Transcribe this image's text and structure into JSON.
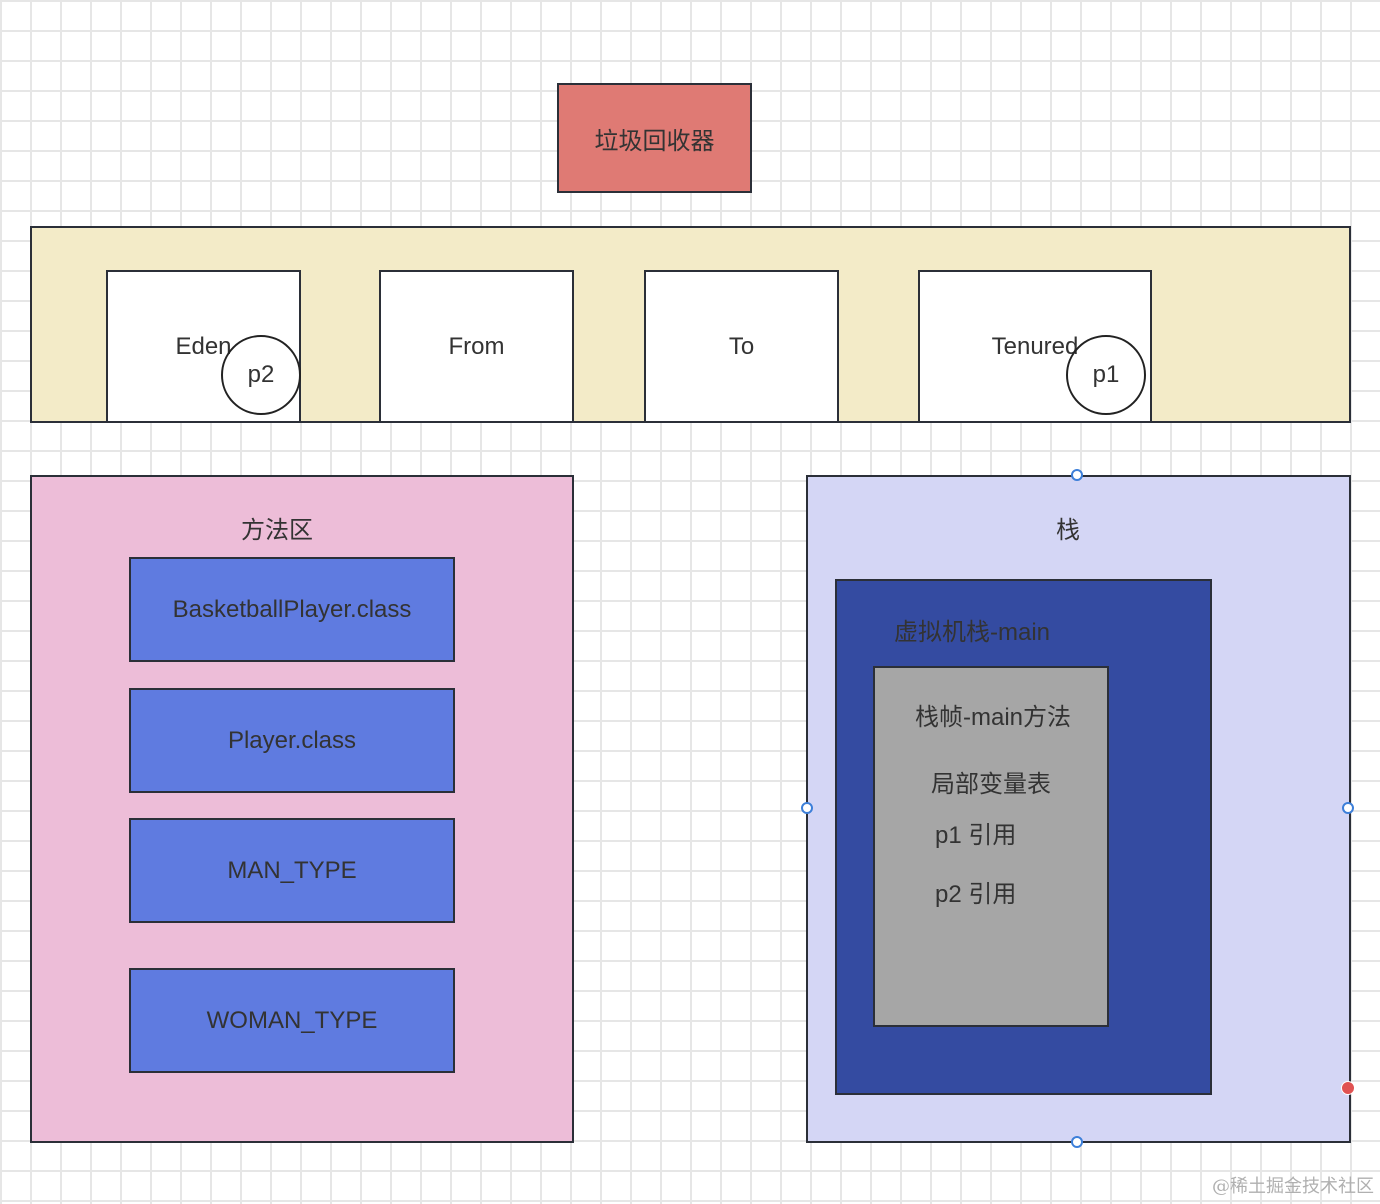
{
  "gc": {
    "label": "垃圾回收器",
    "color": "#df7a74"
  },
  "heap": {
    "color": "#f3ebc8",
    "regions": [
      {
        "label": "Eden",
        "object": "p2"
      },
      {
        "label": "From"
      },
      {
        "label": "To"
      },
      {
        "label": "Tenured",
        "object": "p1"
      }
    ]
  },
  "method_area": {
    "title": "方法区",
    "color": "#edbdd8",
    "item_color": "#5f7be0",
    "items": [
      "BasketballPlayer.class",
      "Player.class",
      "MAN_TYPE",
      "WOMAN_TYPE"
    ]
  },
  "stack": {
    "title": "栈",
    "color": "#d4d6f5",
    "vm_stack": {
      "label": "虚拟机栈-main",
      "color": "#344ba1",
      "frame": {
        "label": "栈帧-main方法",
        "color": "#a6a6a6",
        "local_table": "局部变量表",
        "refs": [
          "p1 引用",
          "p2 引用"
        ]
      }
    }
  },
  "watermark": "@稀土掘金技术社区"
}
